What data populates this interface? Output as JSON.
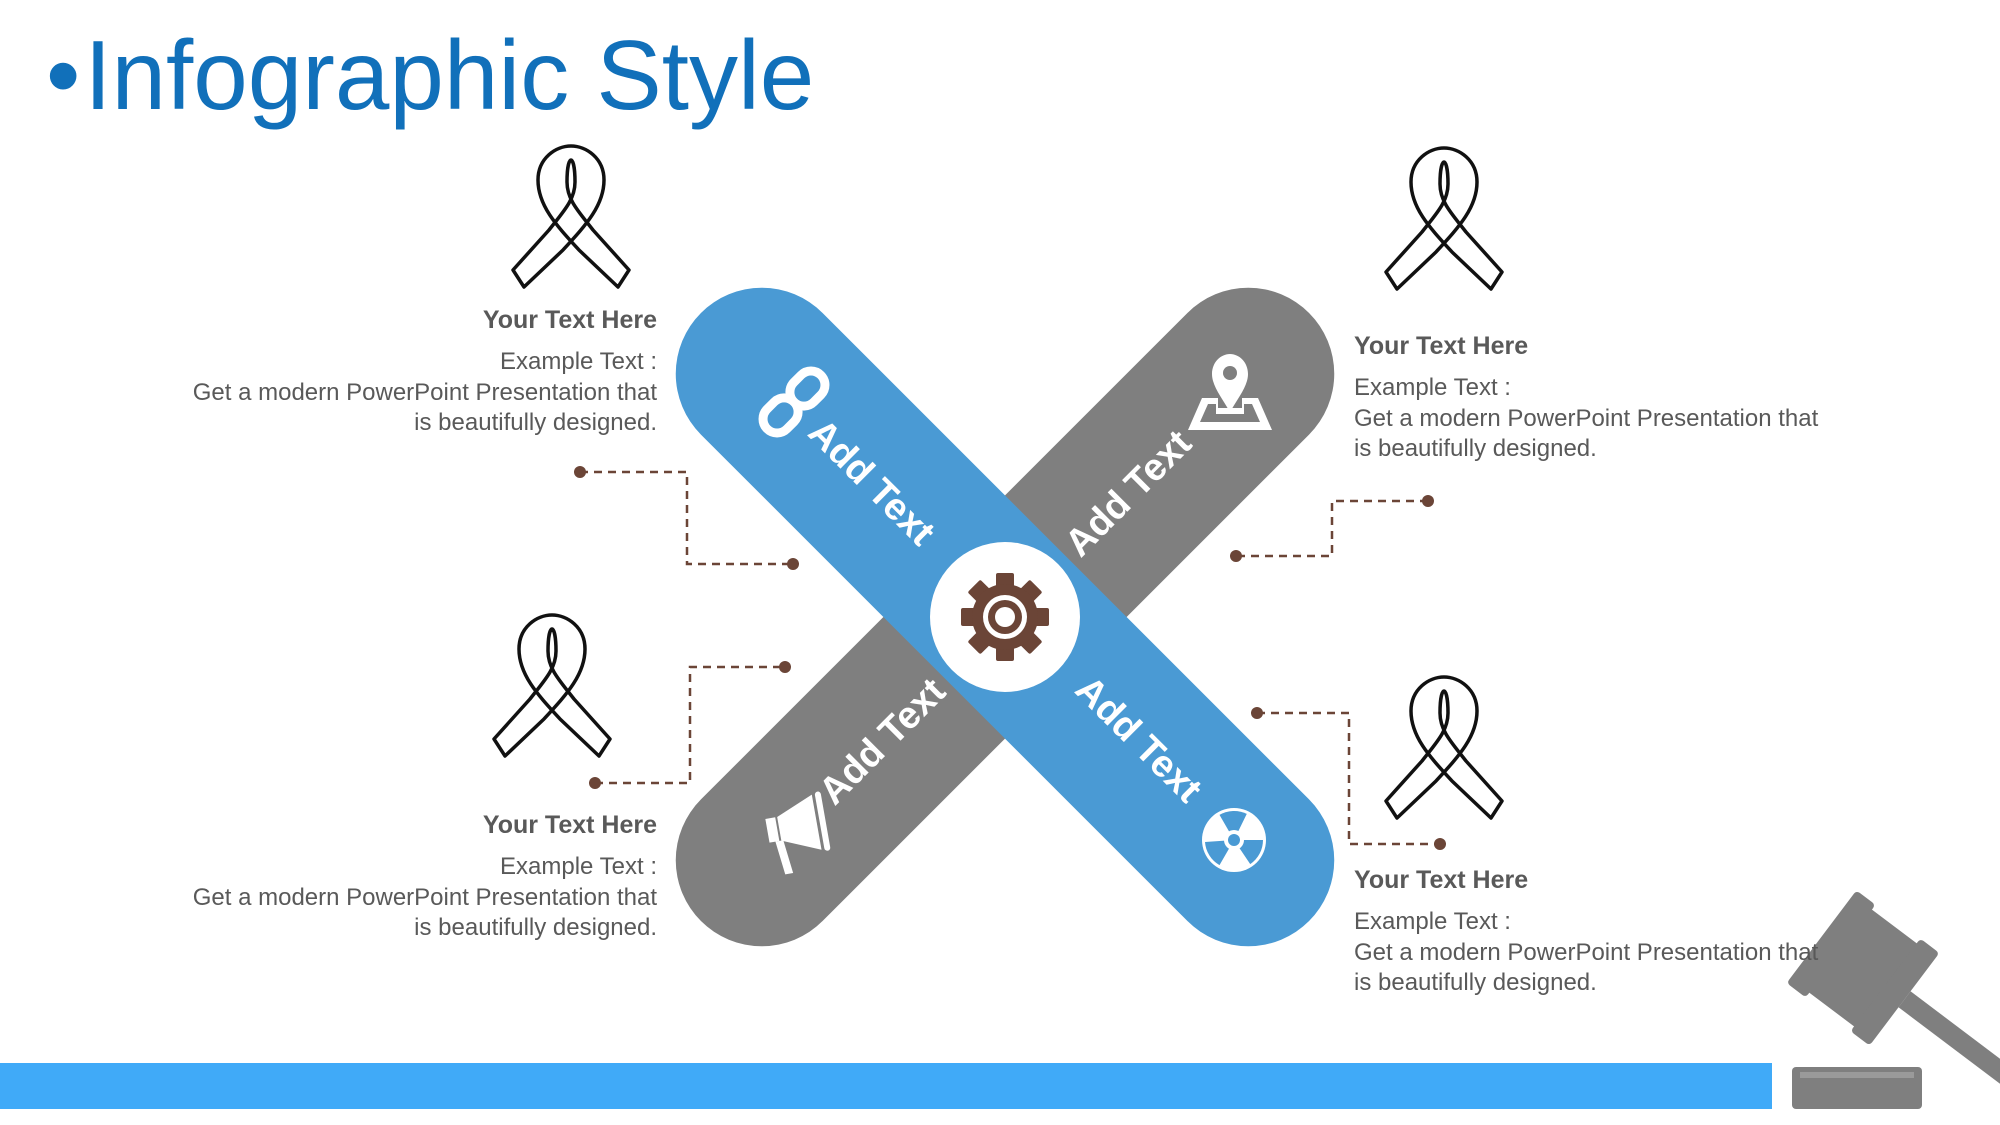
{
  "title": {
    "bullet": "•",
    "text": "Infographic Style"
  },
  "blocks": [
    {
      "heading": "Your Text Here",
      "lines": [
        "Example Text :",
        "Get a modern PowerPoint  Presentation that",
        "is beautifully designed."
      ]
    },
    {
      "heading": "Your Text Here",
      "lines": [
        "Example Text :",
        "Get a modern PowerPoint  Presentation that",
        "is beautifully designed."
      ]
    },
    {
      "heading": "Your Text Here",
      "lines": [
        "Example Text :",
        "Get a modern PowerPoint  Presentation that",
        "is beautifully designed."
      ]
    },
    {
      "heading": "Your Text Here",
      "lines": [
        "Example Text :",
        "Get a modern PowerPoint  Presentation that",
        "is beautifully designed."
      ]
    }
  ],
  "cross": {
    "labels": [
      "Add Text",
      "Add Text",
      "Add Text",
      "Add Text"
    ],
    "blue_color": "#4A9AD4",
    "gray_color": "#7F7F7F",
    "accent_brown": "#6B4537"
  },
  "icons": {
    "blocks": [
      "ribbon-icon",
      "ribbon-icon",
      "ribbon-icon",
      "ribbon-icon"
    ],
    "cross": [
      "link-icon",
      "map-pin-icon",
      "megaphone-icon",
      "radiation-icon",
      "gear-icon"
    ],
    "decoration": "gavel-icon"
  }
}
